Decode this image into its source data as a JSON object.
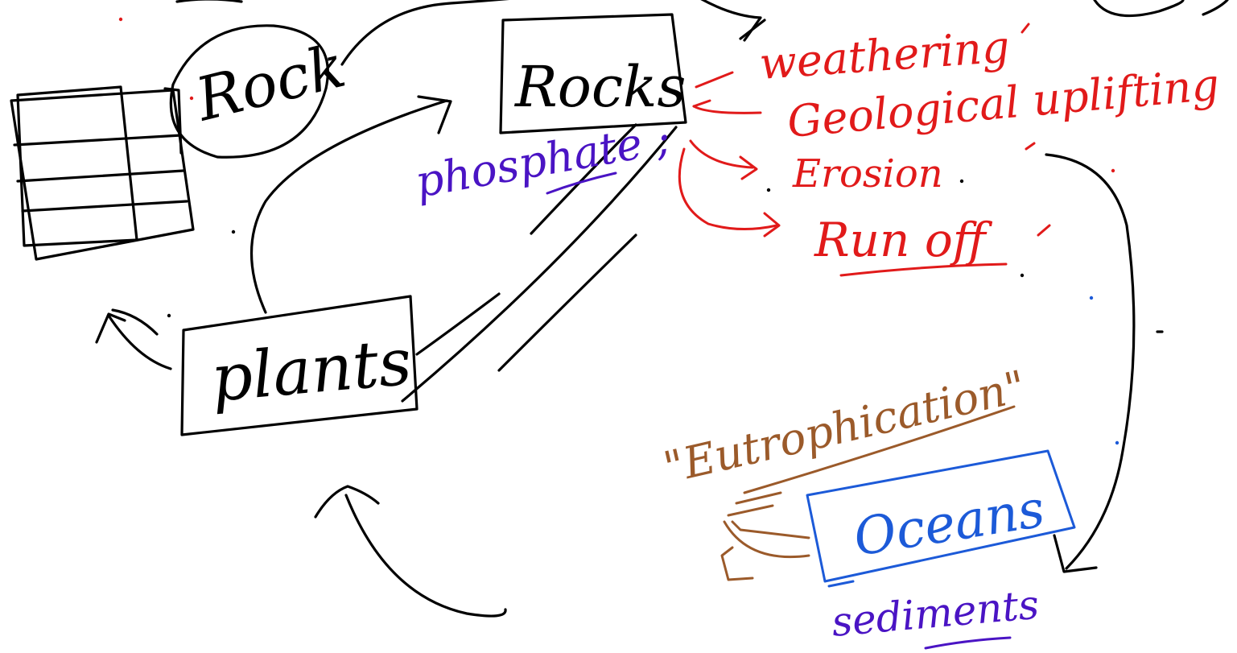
{
  "colors": {
    "black": "#000000",
    "red": "#e11a1a",
    "blue": "#1c5ad8",
    "purple": "#4a14c4",
    "brown": "#9b5a2a",
    "background": "#ffffff"
  },
  "nodes": {
    "rock_circle": "Rock",
    "rocks_box": "Rocks",
    "plants_box": "plants",
    "oceans_box": "Oceans"
  },
  "labels": {
    "phosphate": "phosphate ;",
    "weathering": "weathering",
    "geological_uplifting": "Geological uplifting",
    "erosion": "Erosion",
    "runoff": "Run off",
    "eutrophication": "\"Eutrophication\"",
    "sediments": "sediments"
  }
}
